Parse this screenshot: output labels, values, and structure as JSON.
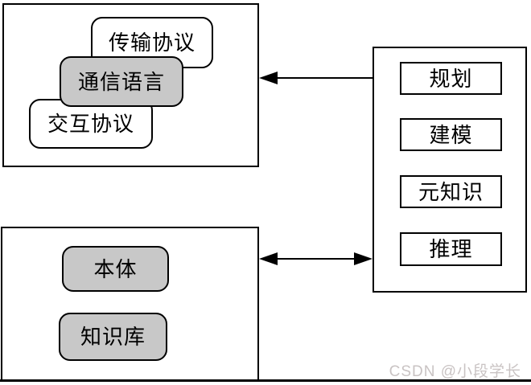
{
  "colors": {
    "background": "#ffffff",
    "border": "#000000",
    "node_gray_fill": "#c8c8c8",
    "watermark_gray": "#c9c3c3"
  },
  "groups": {
    "protocols": {
      "nodes": [
        {
          "label": "传输协议",
          "fill": "white"
        },
        {
          "label": "通信语言",
          "fill": "gray"
        },
        {
          "label": "交互协议",
          "fill": "white"
        }
      ]
    },
    "knowledge": {
      "nodes": [
        {
          "label": "本体",
          "fill": "gray"
        },
        {
          "label": "知识库",
          "fill": "gray"
        }
      ]
    },
    "capabilities": {
      "items": [
        {
          "label": "规划"
        },
        {
          "label": "建模"
        },
        {
          "label": "元知识"
        },
        {
          "label": "推理"
        }
      ]
    }
  },
  "arrows": {
    "top": {
      "direction": "right-to-left",
      "heads": 1
    },
    "bottom": {
      "direction": "bidirectional",
      "heads": 2
    }
  },
  "watermark": {
    "text": "CSDN @小段学长"
  }
}
